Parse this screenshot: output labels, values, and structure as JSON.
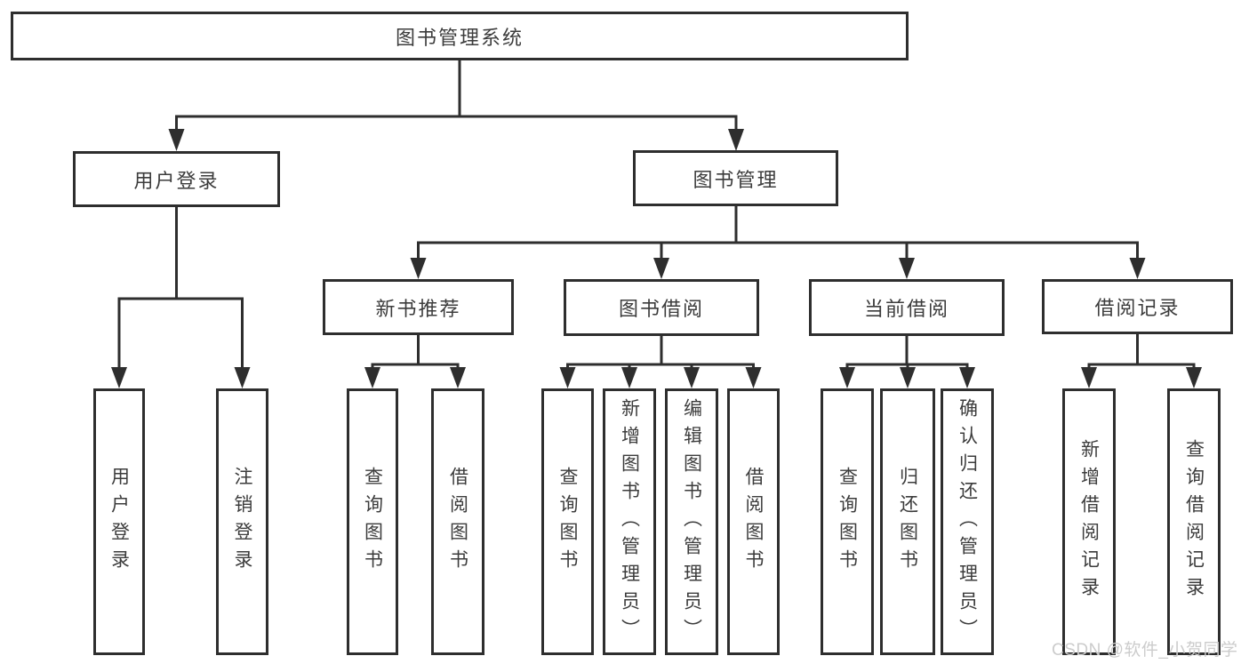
{
  "tree": {
    "root": "图书管理系统",
    "children": [
      {
        "label": "用户登录",
        "children": [
          "用户登录",
          "注销登录"
        ]
      },
      {
        "label": "图书管理",
        "children": [
          {
            "label": "新书推荐",
            "children": [
              "查询图书",
              "借阅图书"
            ]
          },
          {
            "label": "图书借阅",
            "children": [
              "查询图书",
              "新增图书（管理员）",
              "编辑图书（管理员）",
              "借阅图书"
            ]
          },
          {
            "label": "当前借阅",
            "children": [
              "查询图书",
              "归还图书",
              "确认归还（管理员）"
            ]
          },
          {
            "label": "借阅记录",
            "children": [
              "新增借阅记录",
              "查询借阅记录"
            ]
          }
        ]
      }
    ]
  },
  "watermark": {
    "text": "CSDN @软件_小贺同学"
  },
  "colors": {
    "line": "#2e2e2e",
    "box_border": "#2e2e2e",
    "text": "#3c3c3c",
    "watermark": "#cccccc",
    "background": "#ffffff"
  }
}
